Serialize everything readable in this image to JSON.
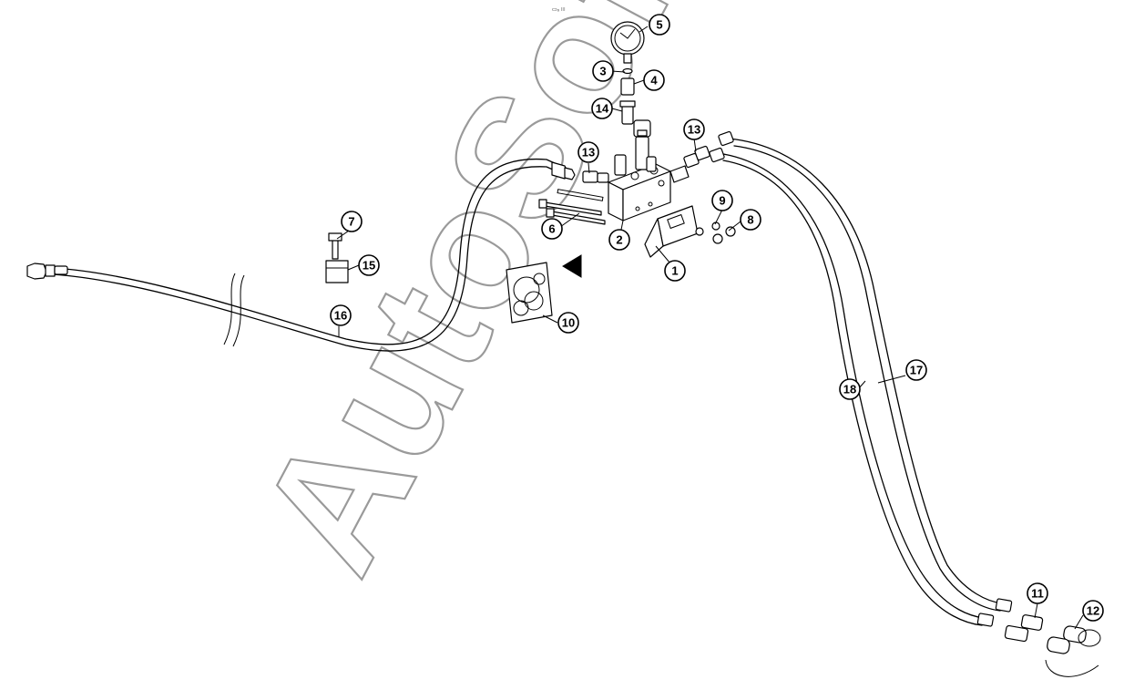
{
  "header_note": "▭₀ ∶∶∶",
  "watermark": "AutoSoft",
  "callouts": [
    {
      "label": "1"
    },
    {
      "label": "2"
    },
    {
      "label": "3"
    },
    {
      "label": "4"
    },
    {
      "label": "5"
    },
    {
      "label": "6"
    },
    {
      "label": "7"
    },
    {
      "label": "8"
    },
    {
      "label": "9"
    },
    {
      "label": "10"
    },
    {
      "label": "11"
    },
    {
      "label": "12"
    },
    {
      "label": "13"
    },
    {
      "label": "13"
    },
    {
      "label": "14"
    },
    {
      "label": "15"
    },
    {
      "label": "16"
    },
    {
      "label": "17"
    },
    {
      "label": "18"
    }
  ],
  "colors": {
    "line": "#000000",
    "watermark": "#9a9a9a",
    "background": "#ffffff"
  }
}
